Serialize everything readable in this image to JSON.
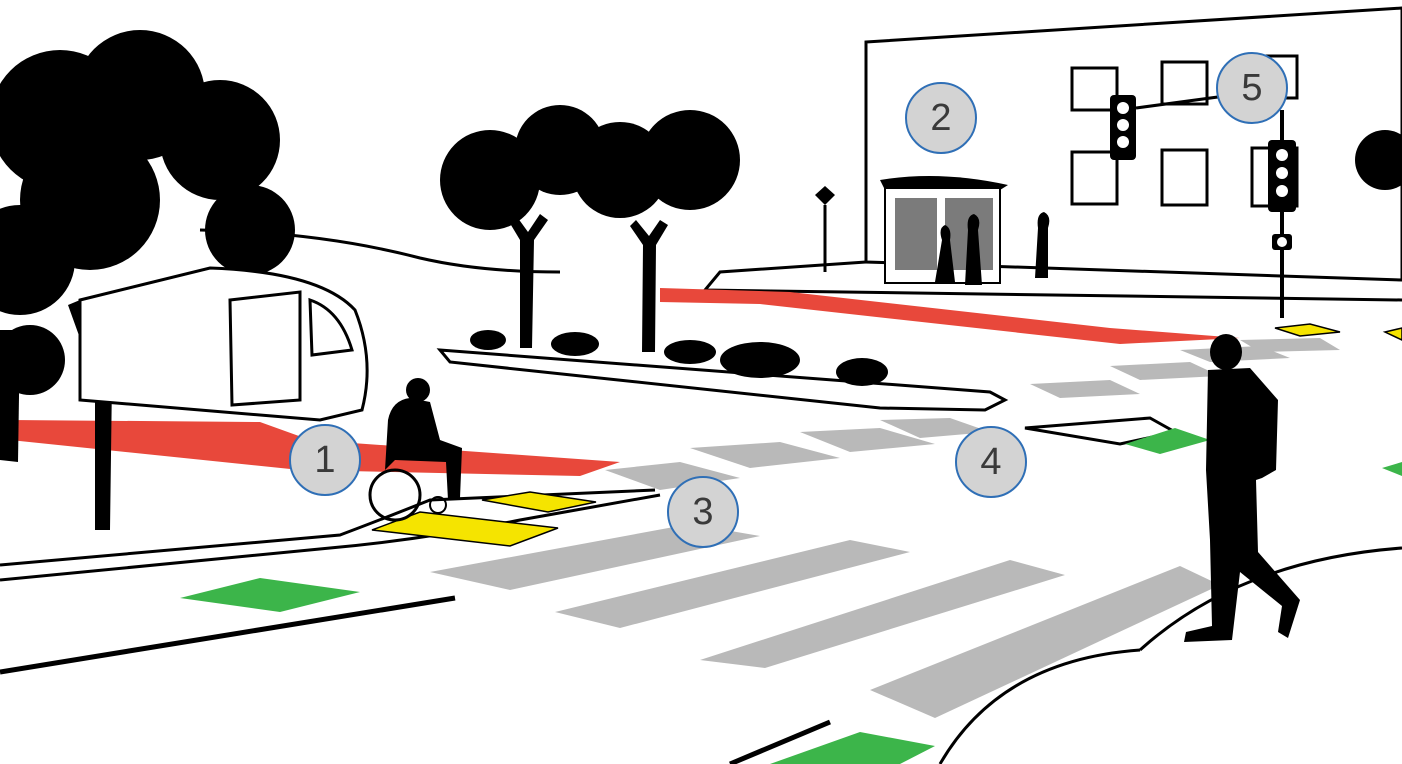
{
  "scene": {
    "description_label": "",
    "colors": {
      "transit_lane": "#e8483b",
      "tactile_paving": "#f5e400",
      "bike_marking": "#3cb54a",
      "crosswalk": "#b9b9b9",
      "silhouette": "#000000",
      "callout_fill": "#d3d3d3",
      "callout_border": "#2f6fb6"
    },
    "callouts": [
      "1",
      "2",
      "3",
      "4",
      "5"
    ]
  }
}
